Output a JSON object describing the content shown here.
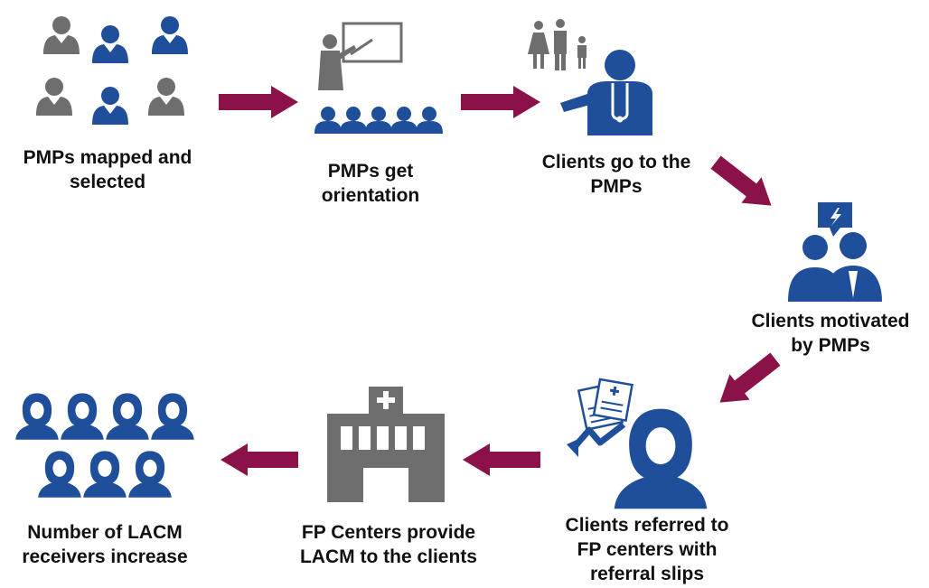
{
  "colors": {
    "blue": "#1F4E9A",
    "gray": "#6E6E6E",
    "arrow": "#8B1248",
    "text": "#111111"
  },
  "steps": [
    {
      "id": "mapped",
      "icon": "doctors-group-icon",
      "lines": [
        "PMPs mapped and",
        "selected"
      ]
    },
    {
      "id": "orientation",
      "icon": "presentation-audience-icon",
      "lines": [
        "PMPs get",
        "orientation"
      ]
    },
    {
      "id": "go",
      "icon": "family-doctor-icon",
      "lines": [
        "Clients go to the",
        "PMPs"
      ]
    },
    {
      "id": "motivated",
      "icon": "conversation-icon",
      "lines": [
        "Clients motivated",
        "by PMPs"
      ]
    },
    {
      "id": "referred",
      "icon": "client-referral-icon",
      "lines": [
        "Clients referred to",
        "FP centers with",
        "referral slips"
      ]
    },
    {
      "id": "provide",
      "icon": "hospital-icon",
      "lines": [
        "FP Centers provide",
        "LACM to the clients"
      ]
    },
    {
      "id": "increase",
      "icon": "women-group-icon",
      "lines": [
        "Number of LACM",
        "receivers increase"
      ]
    }
  ]
}
